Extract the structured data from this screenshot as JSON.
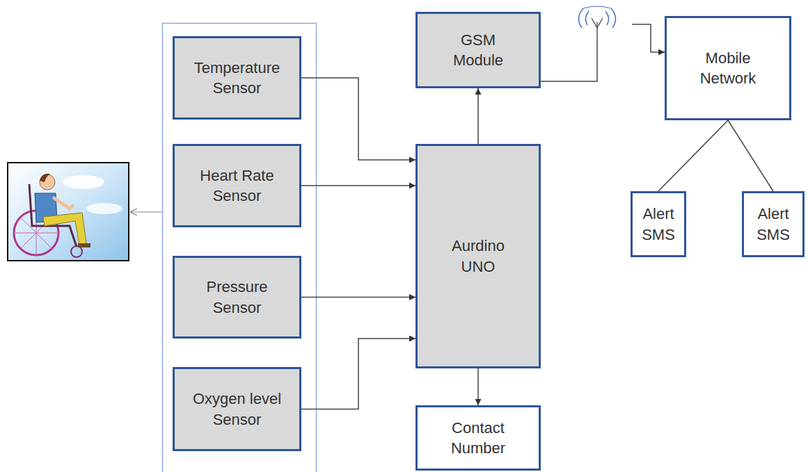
{
  "diagram": {
    "nodes": [
      {
        "text": [
          "Temperature Sensor"
        ]
      },
      {
        "text": [
          "Heart Rate Sensor"
        ]
      },
      {
        "text": [
          "Pressure Sensor"
        ]
      },
      {
        "text": [
          "Oxygen level Sensor"
        ]
      },
      {
        "text": [
          "GSM Module"
        ]
      },
      {
        "text": [
          "Aurdino UNO"
        ]
      },
      {
        "text": [
          "Contact Number"
        ]
      },
      {
        "text": [
          "Mobile Network"
        ]
      },
      {
        "text": [
          "Alert SMS"
        ]
      },
      {
        "text": [
          "Alert SMS"
        ]
      }
    ],
    "edges": [
      {
        "from": 0,
        "to": 5,
        "arrow": "to"
      },
      {
        "from": 1,
        "to": 5,
        "arrow": "to"
      },
      {
        "from": 2,
        "to": 5,
        "arrow": "to"
      },
      {
        "from": 3,
        "to": 5,
        "arrow": "to"
      },
      {
        "from": 5,
        "to": 4,
        "arrow": "to"
      },
      {
        "from": 5,
        "to": 6,
        "arrow": "to"
      },
      {
        "from": 4,
        "to": 7,
        "arrow": "to"
      },
      {
        "from": 7,
        "to": 8,
        "arrow": "none"
      },
      {
        "from": 7,
        "to": 9,
        "arrow": "none"
      }
    ]
  }
}
